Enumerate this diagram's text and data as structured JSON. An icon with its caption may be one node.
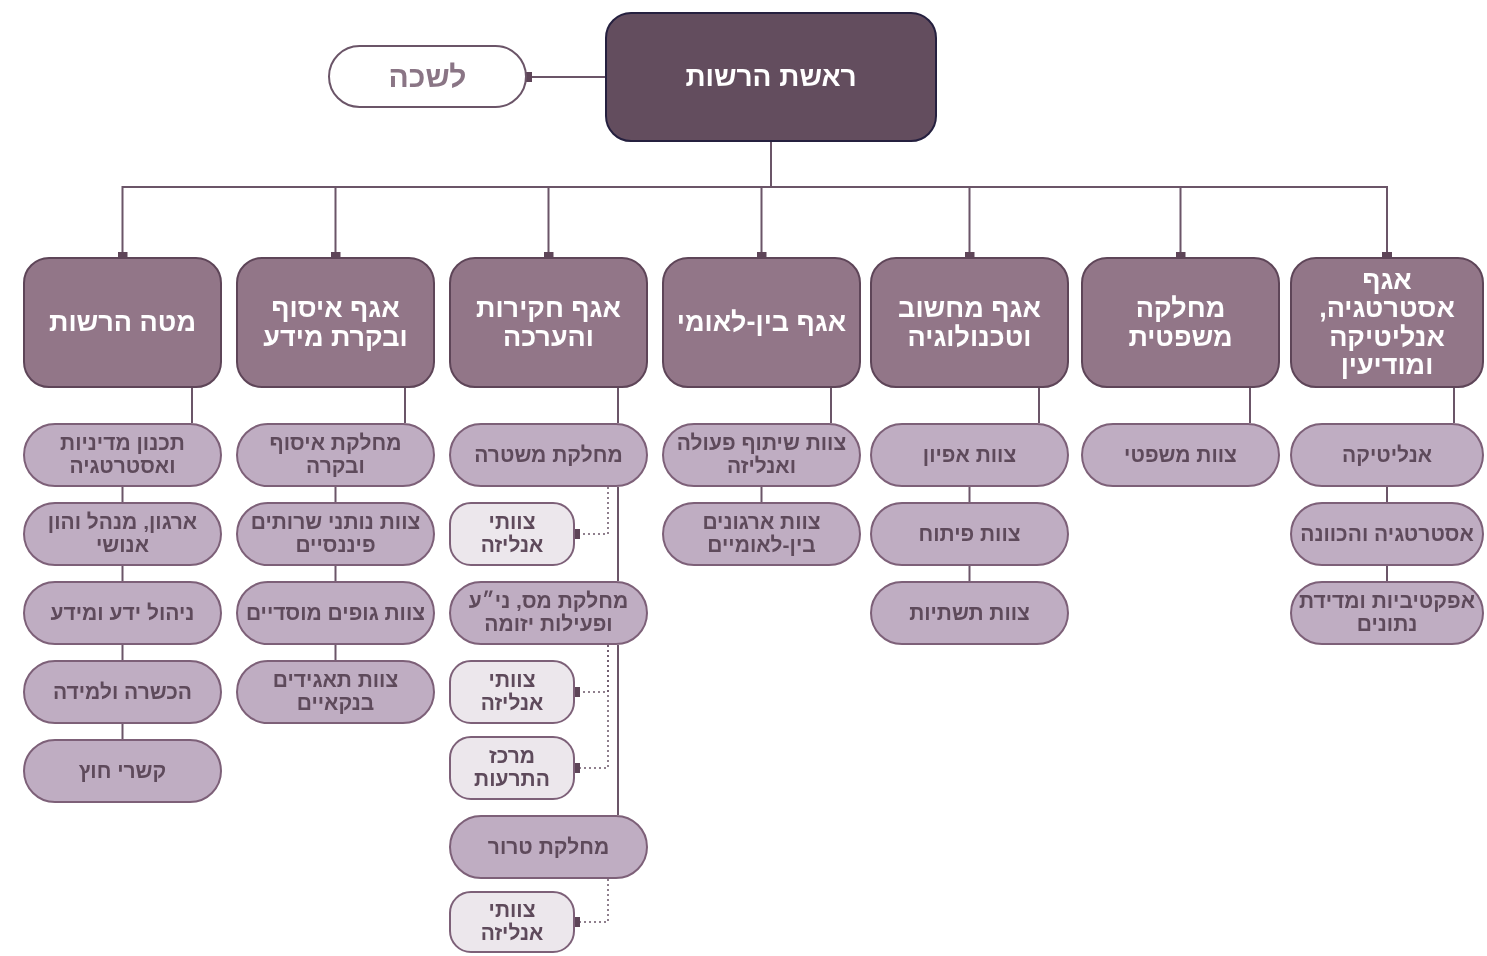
{
  "diagram": {
    "nodes": [
      {
        "text": [
          "ראשת הרשות"
        ]
      },
      {
        "text": [
          "לשכה"
        ]
      },
      {
        "text": [
          "אגף אסטרטגיה, אנליטיקה ומודיעין"
        ]
      },
      {
        "text": [
          "מחלקה משפטית"
        ]
      },
      {
        "text": [
          "אגף מחשוב וטכנולוגיה"
        ]
      },
      {
        "text": [
          "אגף בין-לאומי"
        ]
      },
      {
        "text": [
          "אגף חקירות והערכה"
        ]
      },
      {
        "text": [
          "אגף איסוף ובקרת מידע"
        ]
      },
      {
        "text": [
          "מטה הרשות"
        ]
      },
      {
        "text": [
          "אנליטיקה"
        ]
      },
      {
        "text": [
          "אסטרטגיה והכוונה"
        ]
      },
      {
        "text": [
          "אפקטיביות ומדידת נתונים"
        ]
      },
      {
        "text": [
          "צוות משפטי"
        ]
      },
      {
        "text": [
          "צוות אפיון"
        ]
      },
      {
        "text": [
          "צוות פיתוח"
        ]
      },
      {
        "text": [
          "צוות תשתיות"
        ]
      },
      {
        "text": [
          "צוות שיתוף פעולה ואנליזה"
        ]
      },
      {
        "text": [
          "צוות ארגונים בין-לאומיים"
        ]
      },
      {
        "text": [
          "מחלקת משטרה"
        ]
      },
      {
        "text": [
          "צוותי אנליזה"
        ]
      },
      {
        "text": [
          "מחלקת מס, ני״ע ופעילות יזומה"
        ]
      },
      {
        "text": [
          "צוותי אנליזה"
        ]
      },
      {
        "text": [
          "מרכז התרעות"
        ]
      },
      {
        "text": [
          "מחלקת טרור"
        ]
      },
      {
        "text": [
          "צוותי אנליזה"
        ]
      },
      {
        "text": [
          "מחלקת איסוף ובקרה"
        ]
      },
      {
        "text": [
          "צוות נותני שרותים פיננסיים"
        ]
      },
      {
        "text": [
          "צוות גופים מוסדיים"
        ]
      },
      {
        "text": [
          "צוות תאגידים בנקאיים"
        ]
      },
      {
        "text": [
          "תכנון מדיניות ואסטרטגיה"
        ]
      },
      {
        "text": [
          "ארגון, מנהל והון אנושי"
        ]
      },
      {
        "text": [
          "ניהול ידע ומידע"
        ]
      },
      {
        "text": [
          "הכשרה ולמידה"
        ]
      },
      {
        "text": [
          "קשרי חוץ"
        ]
      }
    ],
    "edges": [
      {
        "from": 0,
        "to": 1,
        "arrow": "other"
      },
      {
        "from": 0,
        "to": 2,
        "arrow": "other"
      },
      {
        "from": 0,
        "to": 3,
        "arrow": "other"
      },
      {
        "from": 0,
        "to": 4,
        "arrow": "other"
      },
      {
        "from": 0,
        "to": 5,
        "arrow": "other"
      },
      {
        "from": 0,
        "to": 6,
        "arrow": "other"
      },
      {
        "from": 0,
        "to": 7,
        "arrow": "other"
      },
      {
        "from": 0,
        "to": 8,
        "arrow": "other"
      },
      {
        "from": 2,
        "to": 9,
        "arrow": "none"
      },
      {
        "from": 9,
        "to": 10,
        "arrow": "none"
      },
      {
        "from": 10,
        "to": 11,
        "arrow": "none"
      },
      {
        "from": 3,
        "to": 12,
        "arrow": "none"
      },
      {
        "from": 4,
        "to": 13,
        "arrow": "none"
      },
      {
        "from": 13,
        "to": 14,
        "arrow": "none"
      },
      {
        "from": 14,
        "to": 15,
        "arrow": "none"
      },
      {
        "from": 5,
        "to": 16,
        "arrow": "none"
      },
      {
        "from": 16,
        "to": 17,
        "arrow": "none"
      },
      {
        "from": 6,
        "to": 18,
        "arrow": "none"
      },
      {
        "from": 18,
        "to": 19,
        "arrow": "other",
        "style": "dashed"
      },
      {
        "from": 18,
        "to": 20,
        "arrow": "none"
      },
      {
        "from": 20,
        "to": 21,
        "arrow": "other",
        "style": "dashed"
      },
      {
        "from": 20,
        "to": 22,
        "arrow": "other",
        "style": "dashed"
      },
      {
        "from": 20,
        "to": 23,
        "arrow": "none"
      },
      {
        "from": 23,
        "to": 24,
        "arrow": "other",
        "style": "dashed"
      },
      {
        "from": 7,
        "to": 25,
        "arrow": "none"
      },
      {
        "from": 25,
        "to": 26,
        "arrow": "none"
      },
      {
        "from": 26,
        "to": 27,
        "arrow": "none"
      },
      {
        "from": 27,
        "to": 28,
        "arrow": "none"
      },
      {
        "from": 8,
        "to": 29,
        "arrow": "none"
      },
      {
        "from": 29,
        "to": 30,
        "arrow": "none"
      },
      {
        "from": 30,
        "to": 31,
        "arrow": "none"
      },
      {
        "from": 31,
        "to": 32,
        "arrow": "none"
      },
      {
        "from": 32,
        "to": 33,
        "arrow": "none"
      }
    ]
  }
}
